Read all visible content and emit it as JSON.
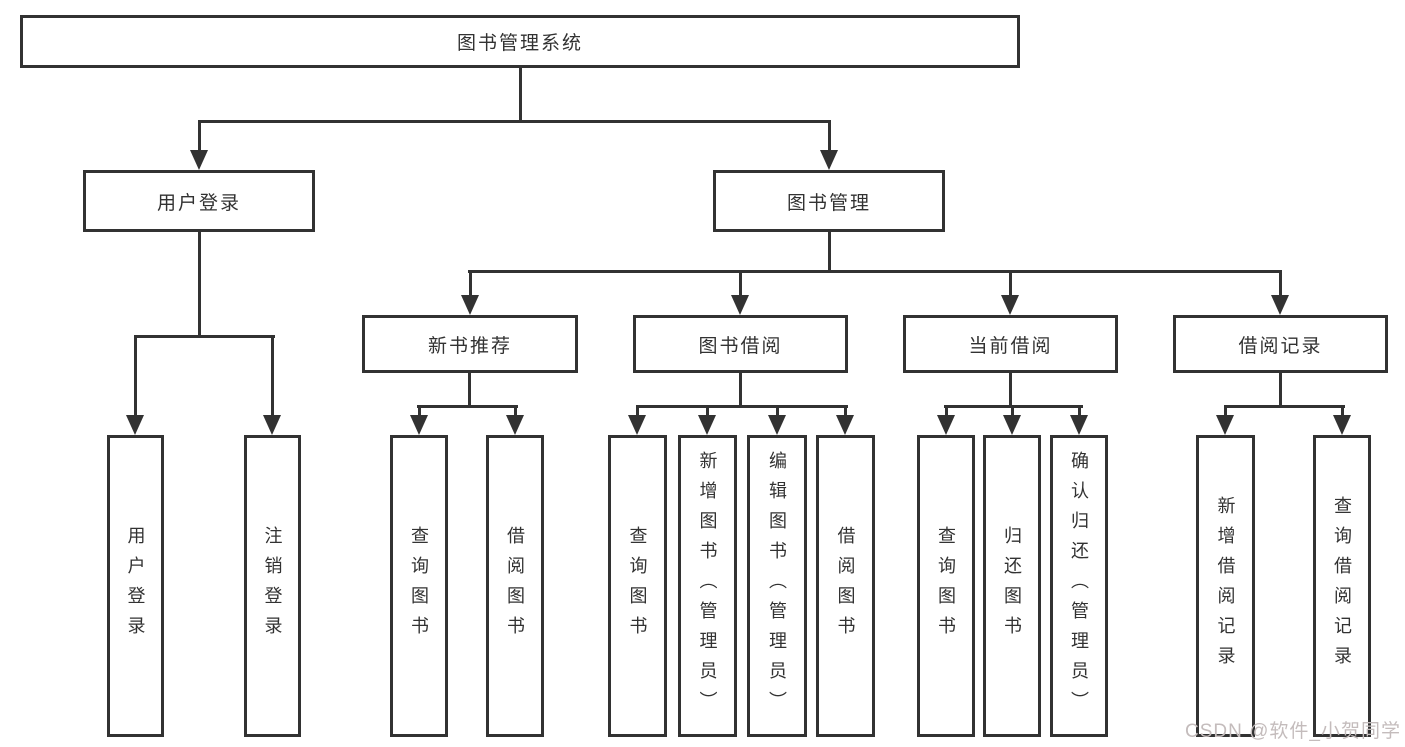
{
  "colors": {
    "line": "#323232",
    "text": "#323232",
    "bg": "#ffffff",
    "watermark": "#c4bcbc"
  },
  "watermark": {
    "text": "CSDN @软件_小贺同学"
  },
  "tree": {
    "label": "图书管理系统",
    "children": [
      {
        "label": "用户登录",
        "children": [
          {
            "label": "用户登录"
          },
          {
            "label": "注销登录"
          }
        ]
      },
      {
        "label": "图书管理",
        "children": [
          {
            "label": "新书推荐",
            "children": [
              {
                "label": "查询图书"
              },
              {
                "label": "借阅图书"
              }
            ]
          },
          {
            "label": "图书借阅",
            "children": [
              {
                "label": "查询图书"
              },
              {
                "label": "新增图书（管理员）"
              },
              {
                "label": "编辑图书（管理员）"
              },
              {
                "label": "借阅图书"
              }
            ]
          },
          {
            "label": "当前借阅",
            "children": [
              {
                "label": "查询图书"
              },
              {
                "label": "归还图书"
              },
              {
                "label": "确认归还（管理员）"
              }
            ]
          },
          {
            "label": "借阅记录",
            "children": [
              {
                "label": "新增借阅记录"
              },
              {
                "label": "查询借阅记录"
              }
            ]
          }
        ]
      }
    ]
  }
}
